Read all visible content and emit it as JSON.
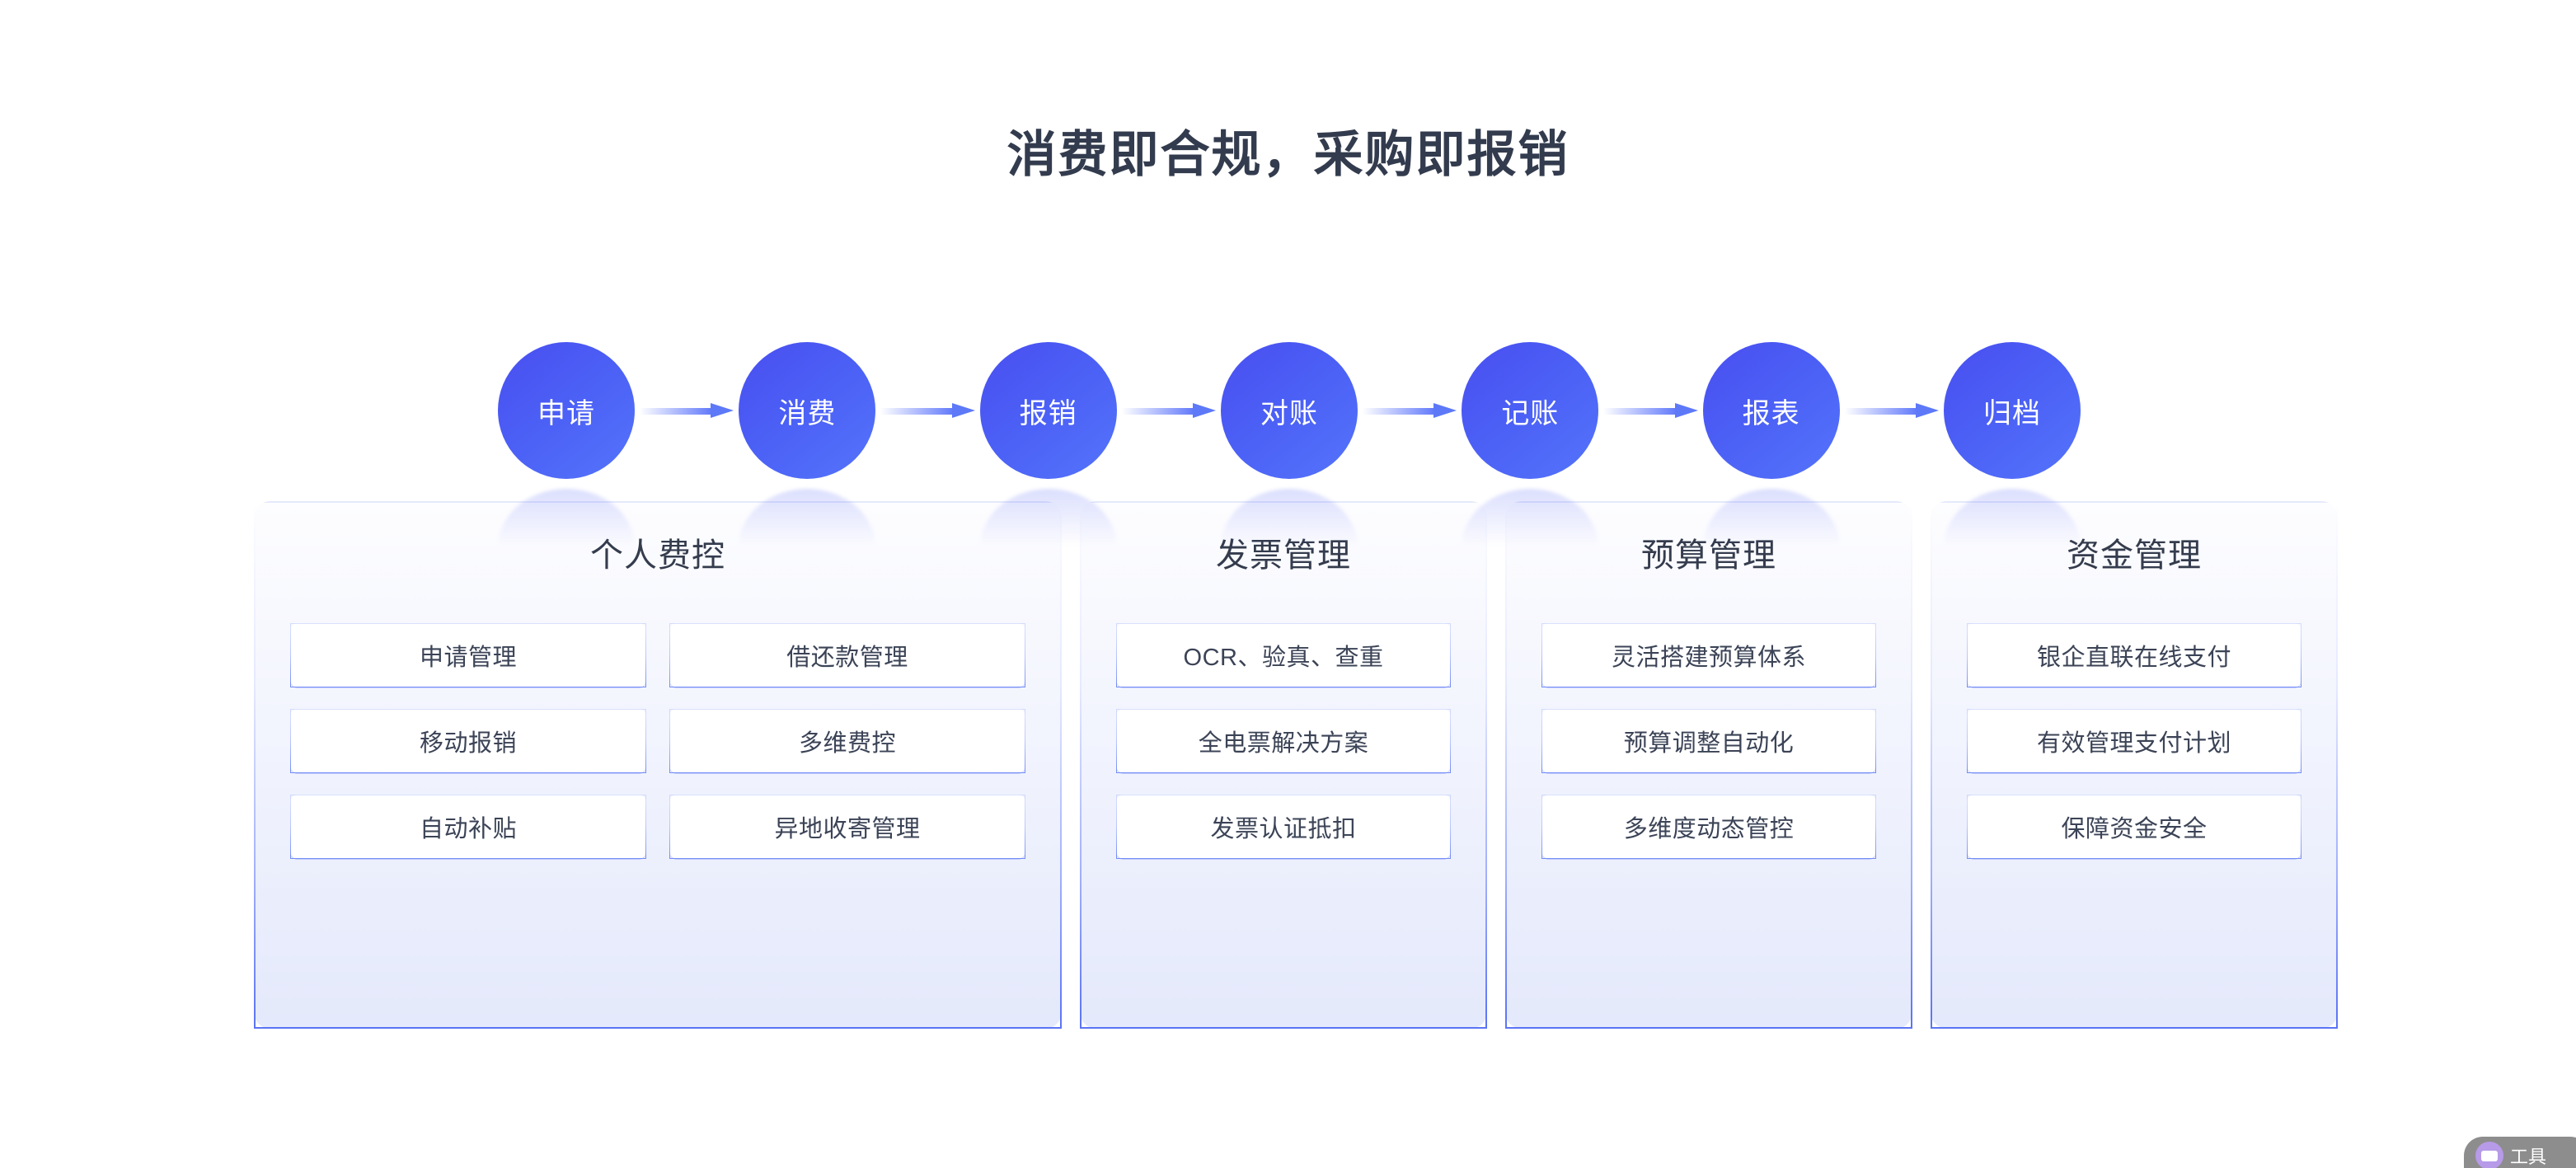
{
  "page": {
    "title": "消费即合规，采购即报销",
    "background": "#ffffff",
    "title_color": "#333c4e",
    "accent": "#4f63f6"
  },
  "flow": {
    "steps": [
      {
        "label": "申请"
      },
      {
        "label": "消费"
      },
      {
        "label": "报销"
      },
      {
        "label": "对账"
      },
      {
        "label": "记账"
      },
      {
        "label": "报表"
      },
      {
        "label": "归档"
      }
    ],
    "connector_icon": "arrow-right-icon",
    "circle_gradient_from": "#4a4ef0",
    "circle_gradient_to": "#5474fb",
    "circle_text_color": "#ffffff"
  },
  "panels": [
    {
      "title": "个人费控",
      "columns": 2,
      "items": [
        "申请管理",
        "借还款管理",
        "移动报销",
        "多维费控",
        "自动补贴",
        "异地收寄管理"
      ]
    },
    {
      "title": "发票管理",
      "columns": 1,
      "items": [
        "OCR、验真、查重",
        "全电票解决方案",
        "发票认证抵扣"
      ]
    },
    {
      "title": "预算管理",
      "columns": 1,
      "items": [
        "灵活搭建预算体系",
        "预算调整自动化",
        "多维度动态管控"
      ]
    },
    {
      "title": "资金管理",
      "columns": 1,
      "items": [
        "银企直联在线支付",
        "有效管理支付计划",
        "保障资金安全"
      ]
    }
  ],
  "corner_widget": {
    "label": "工具",
    "avatar_icon": "chat-bubble-icon",
    "background": "#8d8d8d",
    "avatar_color": "#b79ae8"
  }
}
